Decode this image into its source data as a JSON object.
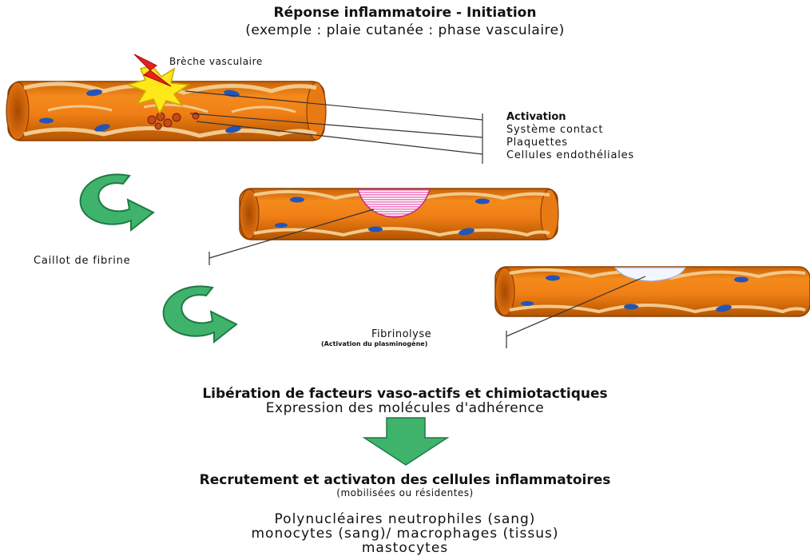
{
  "title": "Réponse inflammatoire - Initiation",
  "subtitle": "(exemple : plaie cutanée : phase vasculaire)",
  "breche_label": "Brèche vasculaire",
  "activation": {
    "title": "Activation",
    "items": [
      "Système contact",
      "Plaquettes",
      "Cellules endothéliales"
    ]
  },
  "caillot_label": "Caillot de fibrine",
  "fibrinolyse": {
    "label": "Fibrinolyse",
    "sublabel": "(Activation du plasminogène)"
  },
  "liberation": "Libération de facteurs vaso-actifs et chimiotactiques",
  "expression": "Expression des molécules d'adhérence",
  "recrutement": "Recrutement et activaton des cellules inflammatoires",
  "mobilisees": "(mobilisées ou résidentes)",
  "cell_types": [
    "Polynucléaires neutrophiles (sang)",
    "monocytes (sang)/ macrophages (tissus)",
    "mastocytes"
  ],
  "colors": {
    "vessel": "#f07f15",
    "vessel_shade": "#b35400",
    "endothelium": "#f2c98d",
    "nucleus": "#2255b8",
    "arrow_green": "#3fb36b",
    "clot": "#f08fc0",
    "spark_yellow": "#ffe81a",
    "bolt_red": "#e8201e"
  }
}
